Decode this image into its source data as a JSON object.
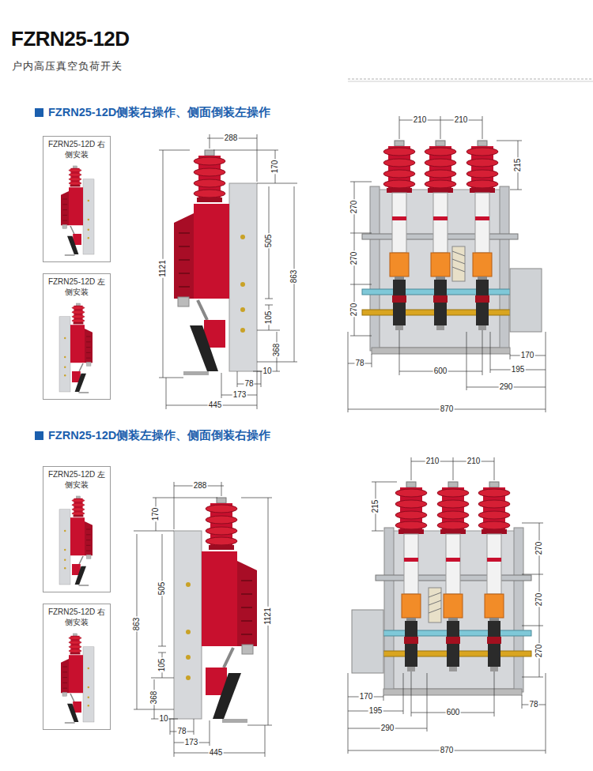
{
  "diagram": {
    "title": "FZRN25-12D",
    "nodes": [
      {
        "text": [
          "FZRN25-12D 右侧安装"
        ]
      },
      {
        "text": [
          "FZRN25-12D 左侧安装"
        ]
      },
      {
        "text": [
          "FZRN25-12D 左侧安装"
        ]
      },
      {
        "text": [
          "FZRN25-12D 右侧安装"
        ]
      }
    ],
    "labels": [
      "户内高压真空负荷开关",
      "FZRN25-12D侧装右操作、侧面倒装左操作",
      "FZRN25-12D侧装左操作、侧面倒装右操作",
      "288",
      "170",
      "1121",
      "505",
      "863",
      "105",
      "368",
      "10",
      "78",
      "173",
      "445",
      "210",
      "210",
      "215",
      "270",
      "270",
      "270",
      "78",
      "600",
      "170",
      "195",
      "290",
      "870",
      "288",
      "170",
      "505",
      "1121",
      "863",
      "105",
      "368",
      "10",
      "78",
      "173",
      "445",
      "210",
      "210",
      "215",
      "270",
      "270",
      "270",
      "170",
      "78",
      "600",
      "195",
      "290",
      "870"
    ]
  }
}
